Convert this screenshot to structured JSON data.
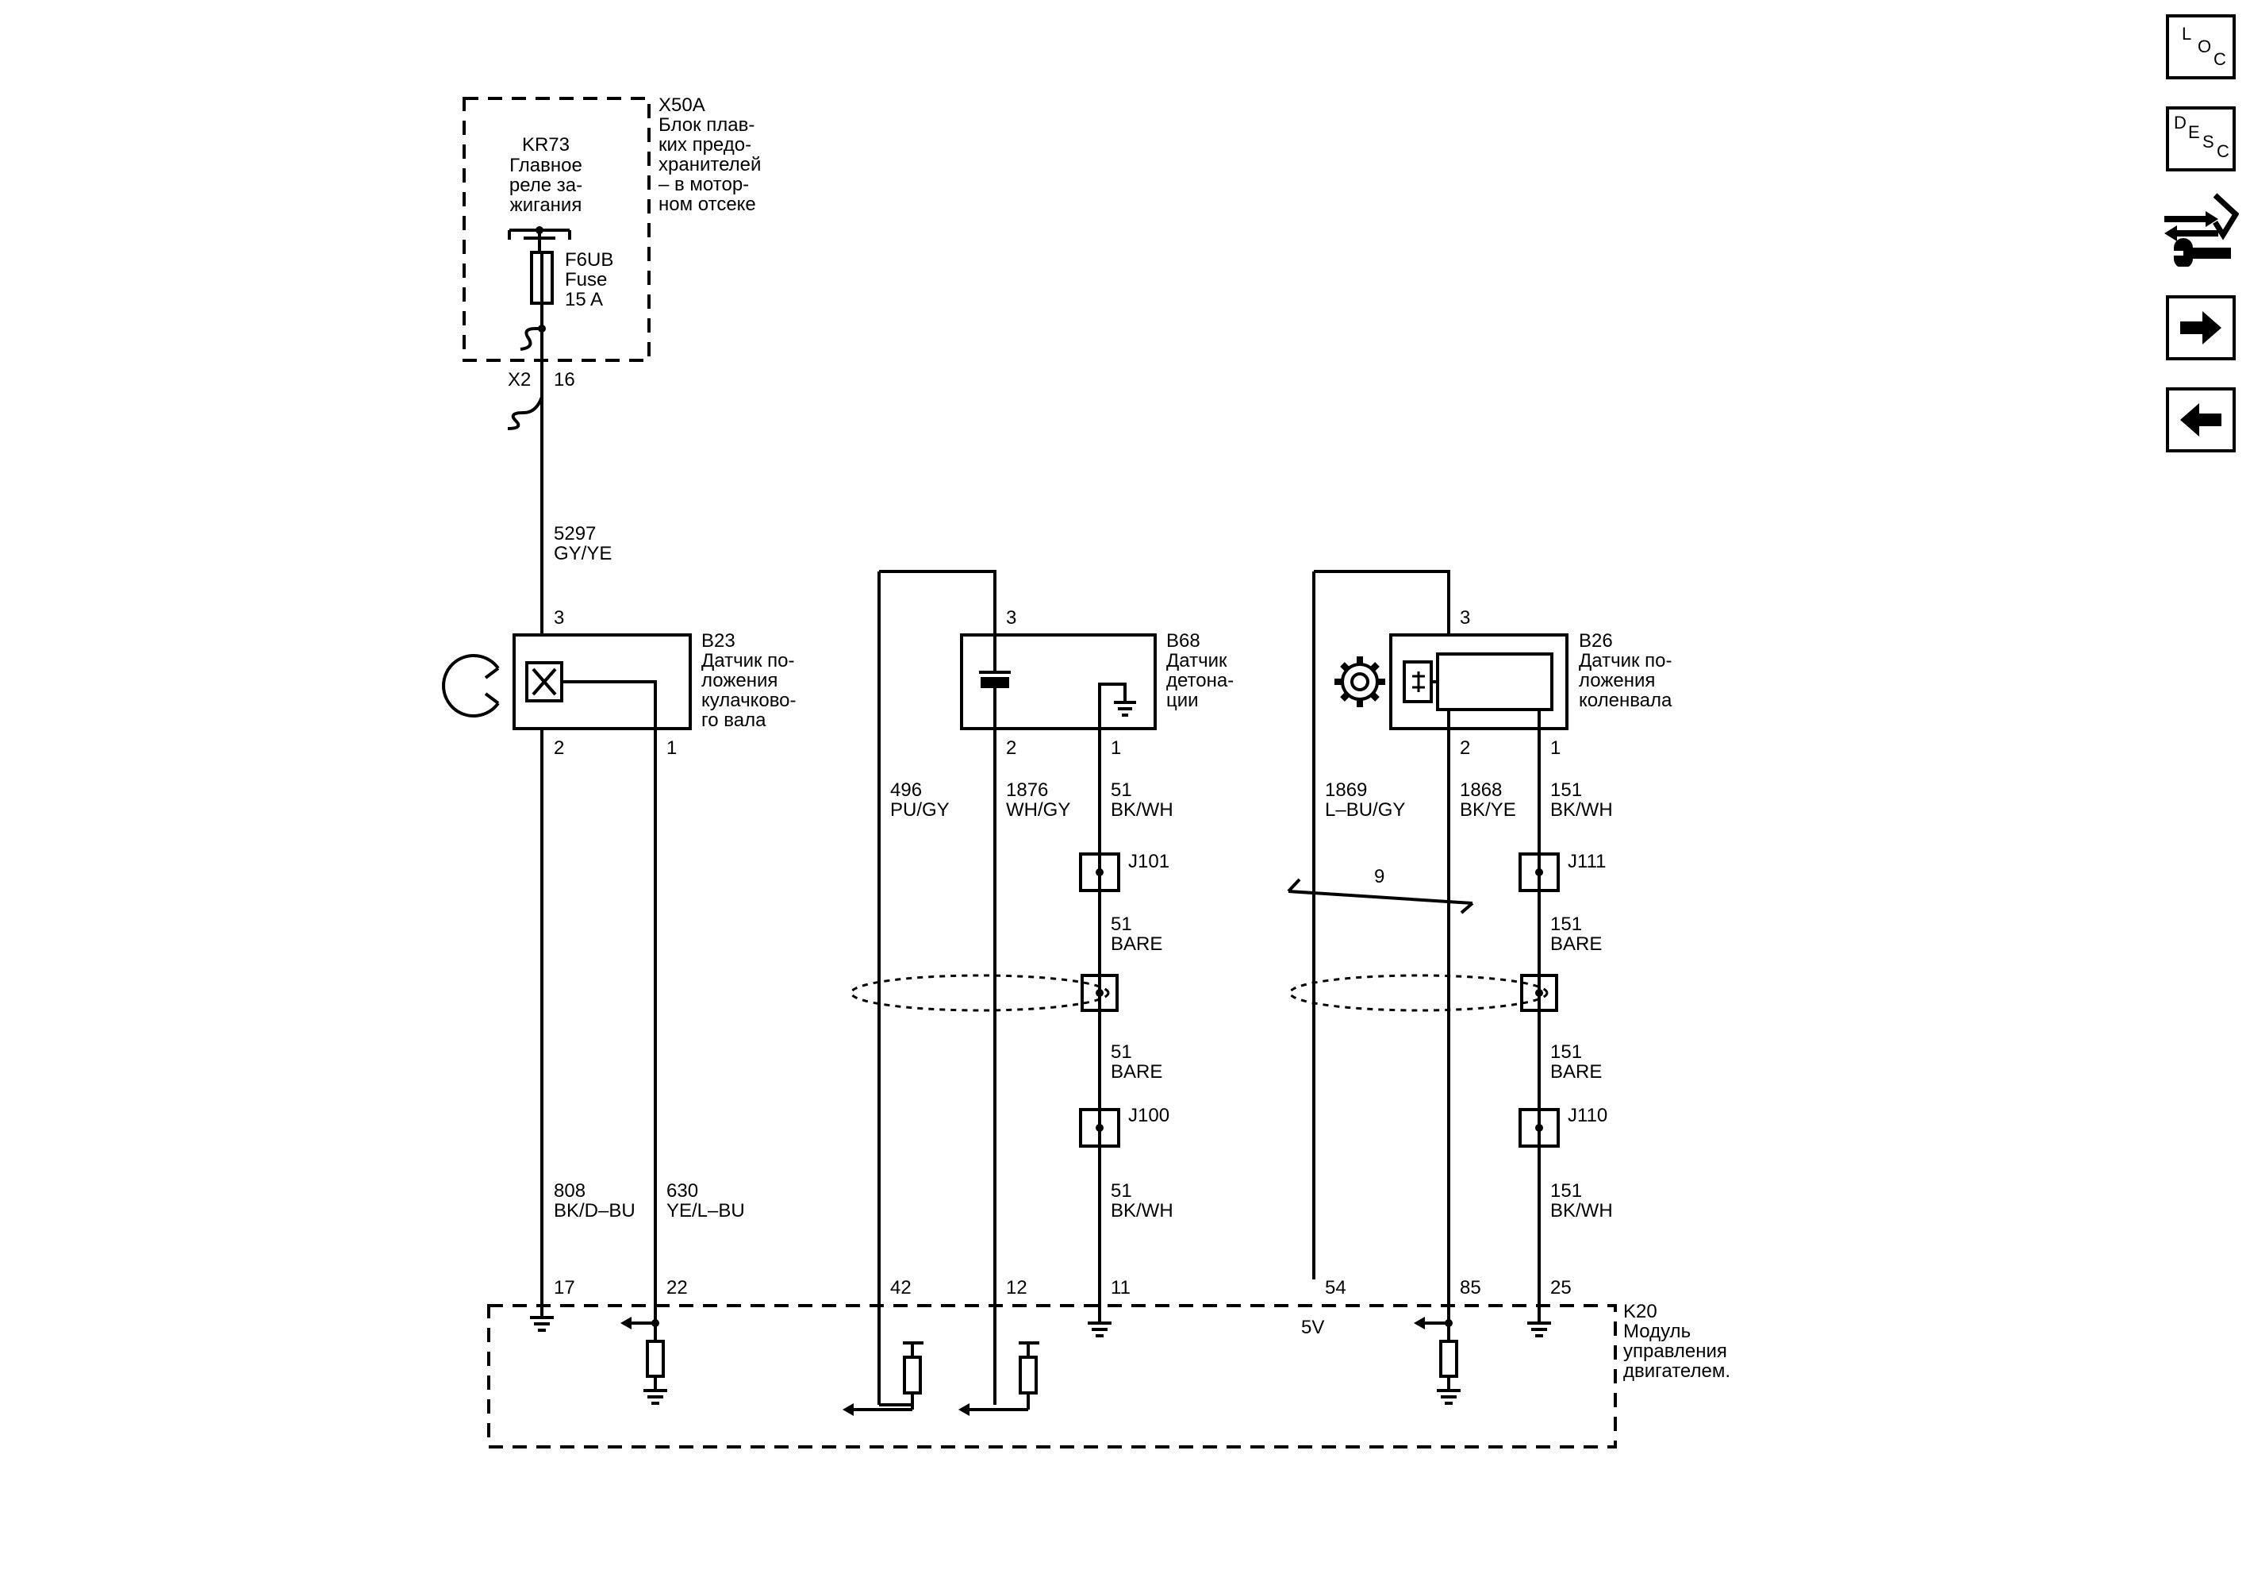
{
  "fuse_block": {
    "id": "X50A",
    "desc": [
      "Блок плав-",
      "ких предо-",
      "хранителей",
      "– в мотор-",
      "ном отсеке"
    ],
    "relay_id": "KR73",
    "relay_desc": [
      "Главное",
      "реле за-",
      "жигания"
    ],
    "fuse": [
      "F6UB",
      "Fuse",
      "15 A"
    ],
    "connector": "X2",
    "pin": "16"
  },
  "wires": {
    "w5297": [
      "5297",
      "GY/YE"
    ],
    "w808": [
      "808",
      "BK/D–BU"
    ],
    "w630": [
      "630",
      "YE/L–BU"
    ],
    "w496": [
      "496",
      "PU/GY"
    ],
    "w1876": [
      "1876",
      "WH/GY"
    ],
    "w51a": [
      "51",
      "BK/WH"
    ],
    "w51b": [
      "51",
      "BARE"
    ],
    "w51c": [
      "51",
      "BARE"
    ],
    "w51d": [
      "51",
      "BK/WH"
    ],
    "w1869": [
      "1869",
      "L–BU/GY"
    ],
    "w1868": [
      "1868",
      "BK/YE"
    ],
    "w151a": [
      "151",
      "BK/WH"
    ],
    "w151b": [
      "151",
      "BARE"
    ],
    "w151c": [
      "151",
      "BARE"
    ],
    "w151d": [
      "151",
      "BK/WH"
    ]
  },
  "sensors": {
    "b23": {
      "id": "B23",
      "desc": [
        "Датчик по-",
        "ложения",
        "кулачково-",
        "го вала"
      ],
      "pins": [
        "3",
        "2",
        "1"
      ]
    },
    "b68": {
      "id": "B68",
      "desc": [
        "Датчик",
        "детона-",
        "ции"
      ],
      "pins": [
        "3",
        "2",
        "1"
      ]
    },
    "b26": {
      "id": "B26",
      "desc": [
        "Датчик по-",
        "ложения",
        "коленвала"
      ],
      "pins": [
        "3",
        "2",
        "1"
      ]
    }
  },
  "splices": {
    "j101": "J101",
    "j100": "J100",
    "j111": "J111",
    "j110": "J110"
  },
  "twist": "9",
  "module": {
    "id": "K20",
    "desc": [
      "Модуль",
      "управления",
      "двигателем."
    ],
    "pins": [
      "17",
      "22",
      "42",
      "12",
      "11",
      "54",
      "85",
      "25"
    ],
    "ref5v": "5V"
  },
  "nav": {
    "loc": [
      "L",
      "O",
      "C"
    ],
    "desc": [
      "D",
      "E",
      "S",
      "C"
    ],
    "icons": [
      "tools-icon",
      "arrow-right-icon",
      "arrow-left-icon"
    ]
  }
}
